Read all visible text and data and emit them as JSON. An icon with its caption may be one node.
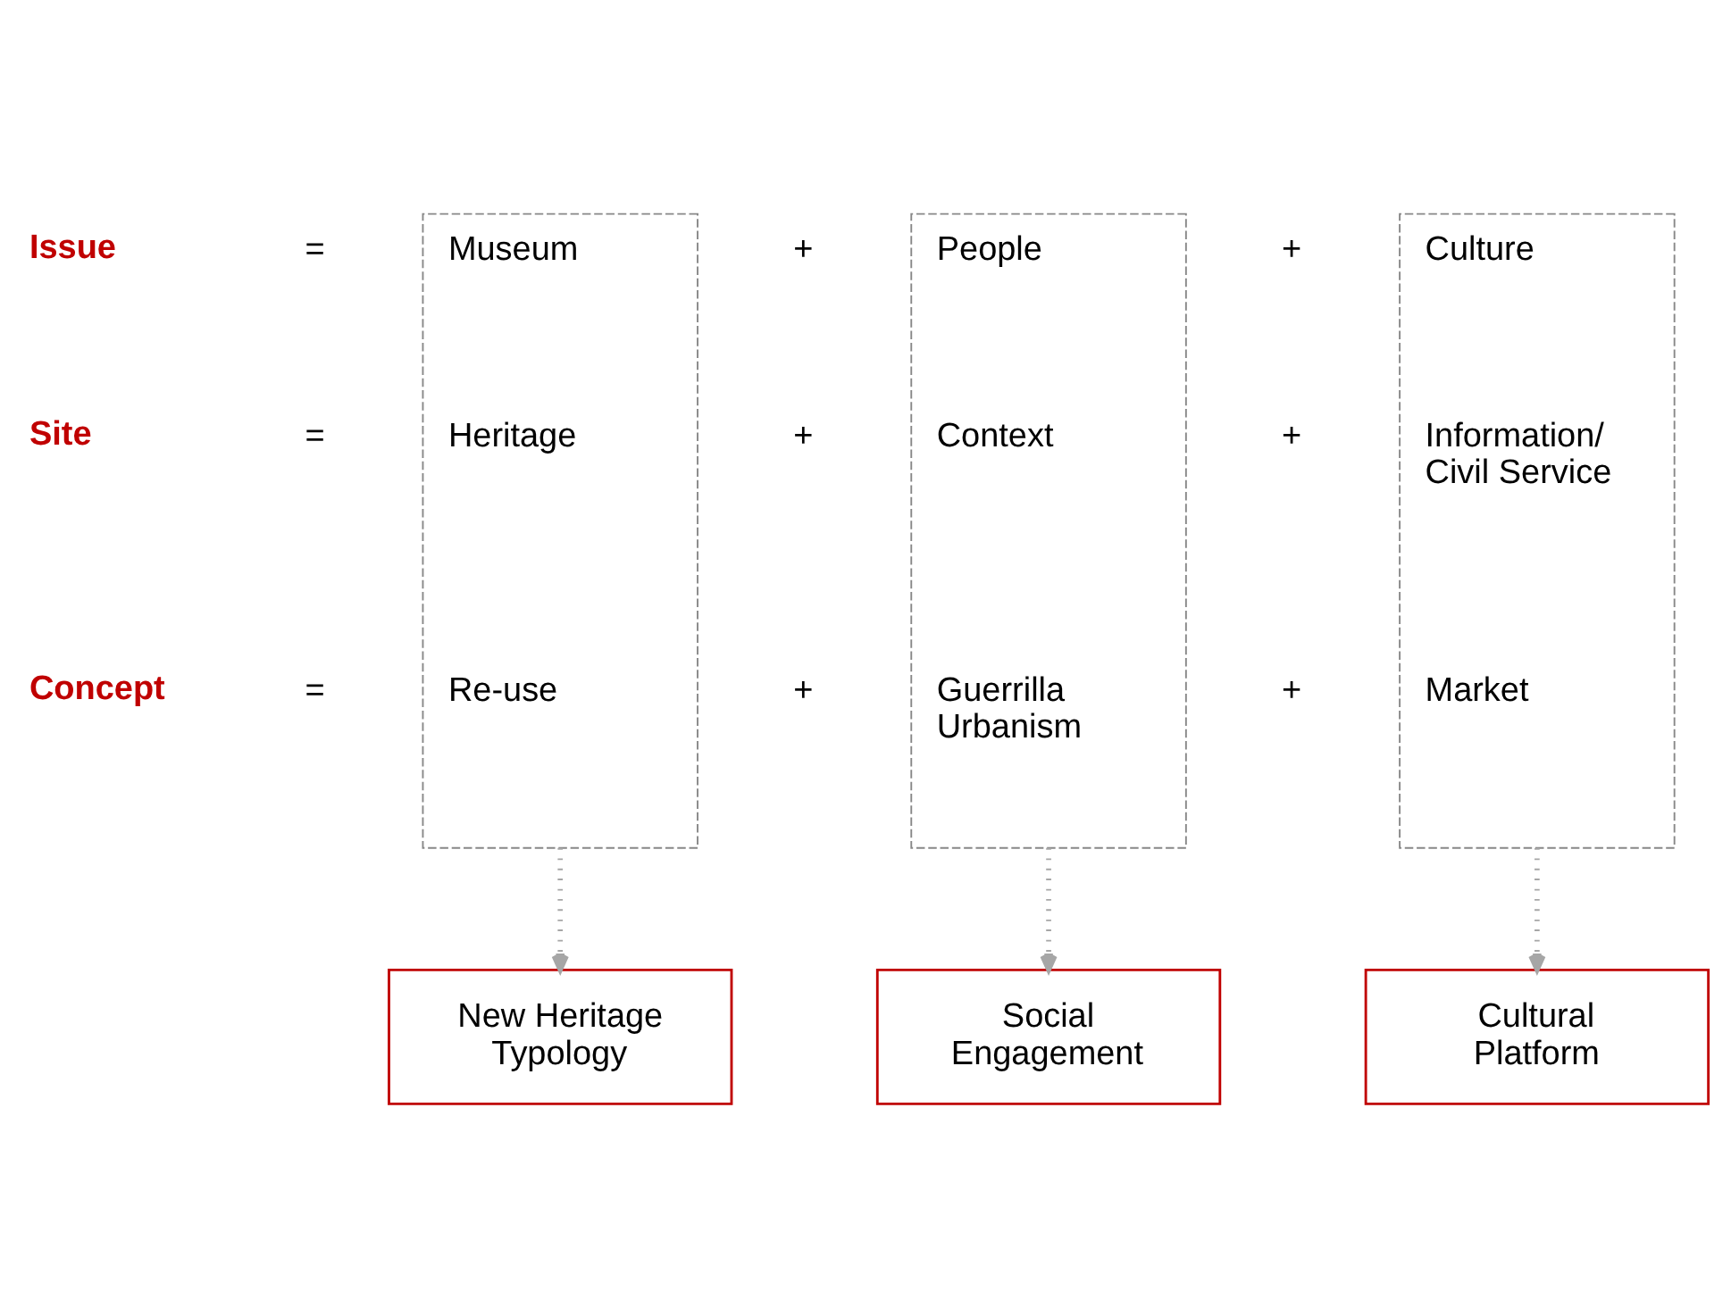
{
  "diagram": {
    "nodes": [
      {
        "text": [
          "Museum",
          "Heritage",
          "Re-use"
        ]
      },
      {
        "text": [
          "People",
          "Context",
          "Guerrilla Urbanism"
        ]
      },
      {
        "text": [
          "Culture",
          "Information/ Civil Service",
          "Market"
        ]
      },
      {
        "text": [
          "New Heritage Typology"
        ]
      },
      {
        "text": [
          "Social Engagement"
        ]
      },
      {
        "text": [
          "Cultural Platform"
        ]
      }
    ],
    "edges": [
      {
        "from": 0,
        "to": 3,
        "arrow": "to",
        "style": "dashed"
      },
      {
        "from": 1,
        "to": 4,
        "arrow": "to",
        "style": "dashed"
      },
      {
        "from": 2,
        "to": 5,
        "arrow": "to",
        "style": "dashed"
      }
    ],
    "labels": [
      "Issue",
      "=",
      "+",
      "+",
      "Site",
      "=",
      "+",
      "+",
      "Concept",
      "=",
      "+",
      "+"
    ]
  }
}
